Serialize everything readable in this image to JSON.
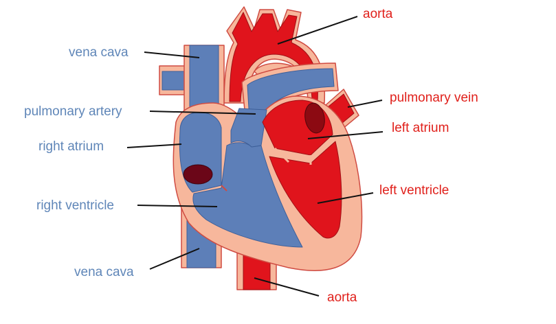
{
  "colors": {
    "deoxygenated_blood": "#5d7fb8",
    "oxygenated_blood": "#e0141c",
    "heart_tissue": "#f7b79c",
    "label_blue": "#5f86b8",
    "label_red": "#e0201b"
  },
  "labels": {
    "vena_cava_top": "vena cava",
    "pulmonary_artery": "pulmonary artery",
    "right_atrium": "right atrium",
    "right_ventricle": "right ventricle",
    "vena_cava_bottom": "vena cava",
    "aorta_top": "aorta",
    "pulmonary_vein": "pulmonary vein",
    "left_atrium": "left atrium",
    "left_ventricle": "left ventricle",
    "aorta_bottom": "aorta"
  }
}
